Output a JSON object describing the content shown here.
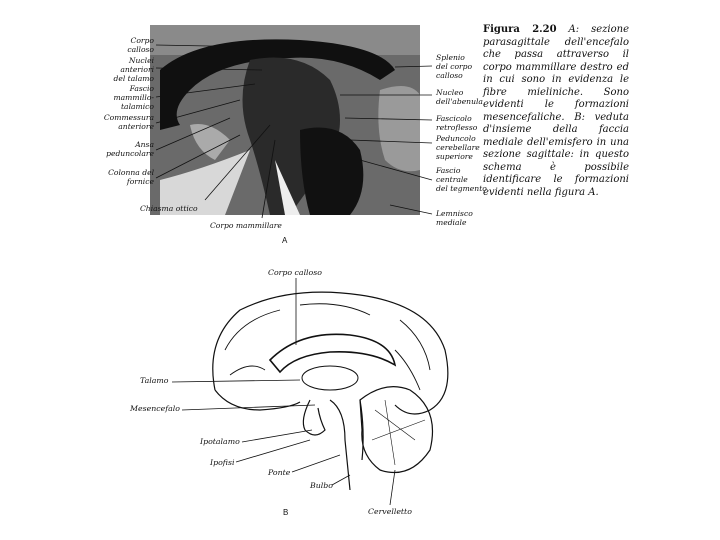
{
  "figure_a": {
    "letter": "A",
    "labels_left": [
      "Corpo\ncalloso",
      "Nuclei\nanteriori\ndel talamo",
      "Fascio\nmammillo-\ntalamico",
      "Commessura\nanteriore",
      "Ansa\npeduncolare",
      "Colonna del\nfornice"
    ],
    "labels_bottom": [
      "Chiasma ottico",
      "Corpo mammillare"
    ],
    "labels_right": [
      "Splenio\ndel corpo\ncalloso",
      "Nucleo\ndell'abenula",
      "Fascicolo\nretroflesso",
      "Peduncolo\ncerebellare\nsuperiore",
      "Fascio\ncentrale\ndel tegmento",
      "Lemnisco\nmediale"
    ]
  },
  "caption": {
    "title": "Figura 2.20",
    "text": "A: sezione parasagittale dell'encefalo che passa attraverso il corpo mammillare destro ed in cui sono in evidenza le fibre mieliniche. Sono evidenti le formazioni mesencefaliche. B: veduta d'insieme della faccia mediale dell'emisfero in una sezione sagittale: in questo schema è possibile identificare le formazioni evidenti nella figura A."
  },
  "figure_b": {
    "letter": "B",
    "labels": {
      "corpo_calloso": "Corpo calloso",
      "talamo": "Talamo",
      "mesencefalo": "Mesencefalo",
      "ipotalamo": "Ipotalamo",
      "ipofisi": "Ipofisi",
      "ponte": "Ponte",
      "bulbo": "Bulbo",
      "cervelletto": "Cervelletto"
    }
  }
}
